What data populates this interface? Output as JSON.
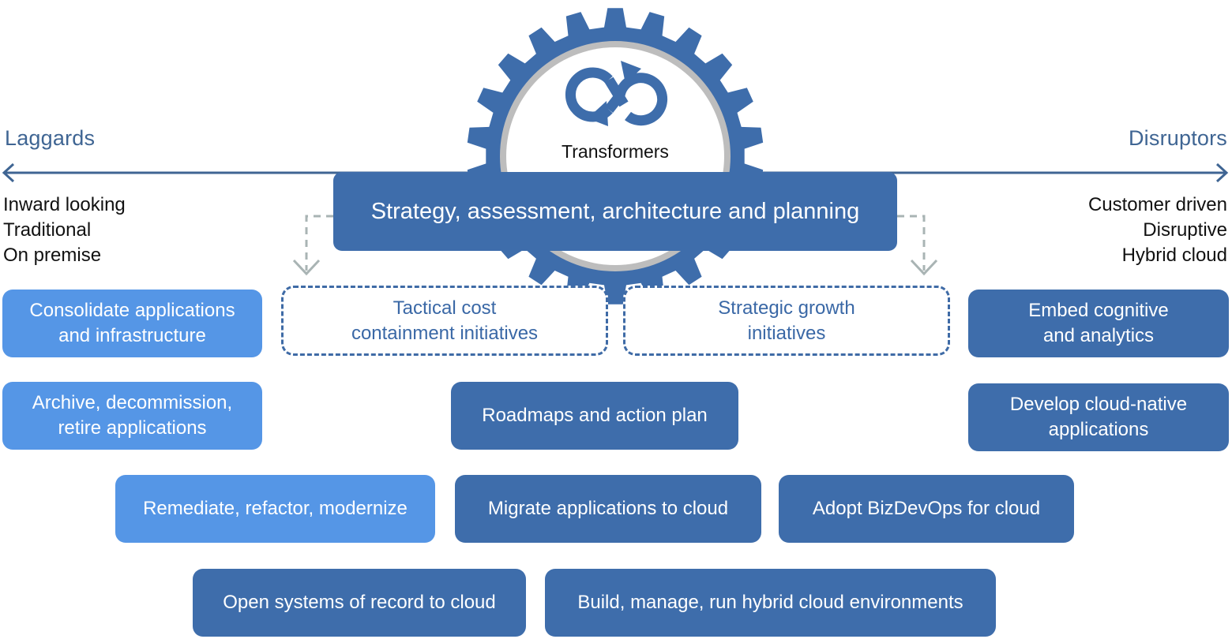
{
  "axis": {
    "left_label": "Laggards",
    "right_label": "Disruptors",
    "left_traits": [
      "Inward looking",
      "Traditional",
      "On premise"
    ],
    "right_traits": [
      "Customer driven",
      "Disruptive",
      "Hybrid cloud"
    ]
  },
  "gear": {
    "label": "Transformers",
    "icon": "transform-cycle-icon"
  },
  "center_bar": "Strategy, assessment, architecture and planning",
  "initiatives": {
    "tactical": "Tactical cost\ncontainment initiatives",
    "strategic": "Strategic growth\ninitiatives"
  },
  "left_boxes": {
    "consolidate": "Consolidate applications\nand infrastructure",
    "archive": "Archive, decommission,\nretire applications",
    "remediate": "Remediate, refactor, modernize"
  },
  "right_boxes": {
    "embed": "Embed cognitive\nand analytics",
    "develop": "Develop cloud-native\napplications",
    "adopt": "Adopt BizDevOps for cloud"
  },
  "middle_boxes": {
    "roadmaps": "Roadmaps and action plan",
    "migrate": "Migrate applications to cloud",
    "open_systems": "Open systems of record to cloud",
    "build": "Build, manage, run hybrid cloud environments"
  },
  "colors": {
    "dark_box": "#3e6dab",
    "light_box": "#5596e6",
    "axis": "#3f6593",
    "dashed_arrow": "#a9b4b4"
  }
}
